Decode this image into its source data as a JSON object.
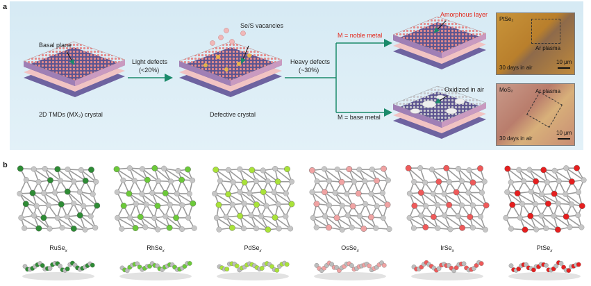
{
  "panel_a": {
    "letter": "a",
    "basal_plane": "Basal plane",
    "crystal_label": "2D TMDs (MX₂) crystal",
    "light_defects": "Light defects",
    "light_defects_range": "(<20%)",
    "vacancies": "Se/S vacancies",
    "defective_crystal": "Defective crystal",
    "heavy_defects": "Heavy defects",
    "heavy_defects_range": "(~30%)",
    "noble_metal": "M = noble metal",
    "base_metal": "M = base metal",
    "amorphous_layer": "Amorphous layer",
    "oxidized": "Oxidized in air",
    "micro_top": {
      "material": "PtSe₂",
      "plasma": "Ar plasma",
      "days": "30 days in air",
      "scale": "10 μm"
    },
    "micro_bottom": {
      "material": "MoS₂",
      "plasma": "Ar plasma",
      "days": "30 days in air",
      "scale": "10 μm"
    }
  },
  "panel_b": {
    "letter": "b",
    "materials": [
      {
        "name": "RuSe",
        "sub": "x",
        "color": "#2e8b35"
      },
      {
        "name": "RhSe",
        "sub": "x",
        "color": "#6cc93a"
      },
      {
        "name": "PdSe",
        "sub": "x",
        "color": "#a9e23a"
      },
      {
        "name": "OsSe",
        "sub": "x",
        "color": "#f0a3a3"
      },
      {
        "name": "IrSe",
        "sub": "x",
        "color": "#ee5a5a"
      },
      {
        "name": "PtSe",
        "sub": "x",
        "color": "#e51f1f"
      }
    ]
  },
  "colors": {
    "arrow": "#1a8a6a",
    "panel_bg": "#dcedf6",
    "lattice_top": "#f3b9b9",
    "lattice_mid": "#8a6fa8"
  }
}
